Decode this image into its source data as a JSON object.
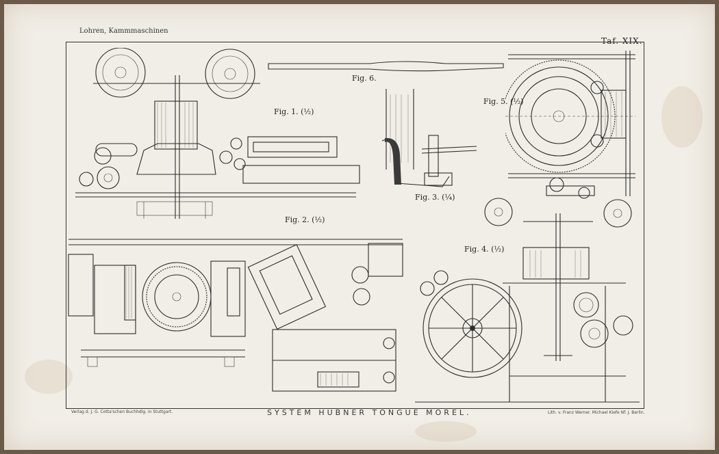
{
  "header": {
    "left": "Lohren, Kammmaschinen",
    "right": "Taf. XIX."
  },
  "figures": {
    "fig1": "Fig. 1. (½)",
    "fig2": "Fig. 2. (½)",
    "fig3": "Fig. 3. (¼)",
    "fig4": "Fig. 4. (½)",
    "fig5": "Fig. 5. (½)",
    "fig6": "Fig. 6."
  },
  "footer": {
    "left": "Verlag d. J. G. Cotta'schen Buchhdlg. in Stuttgart.",
    "center": "SYSTEM HÜBNER TONGUE MOREL.",
    "right": "Lith. v. Franz Werner. Michael Kiefe Nf. J. Berlin."
  }
}
